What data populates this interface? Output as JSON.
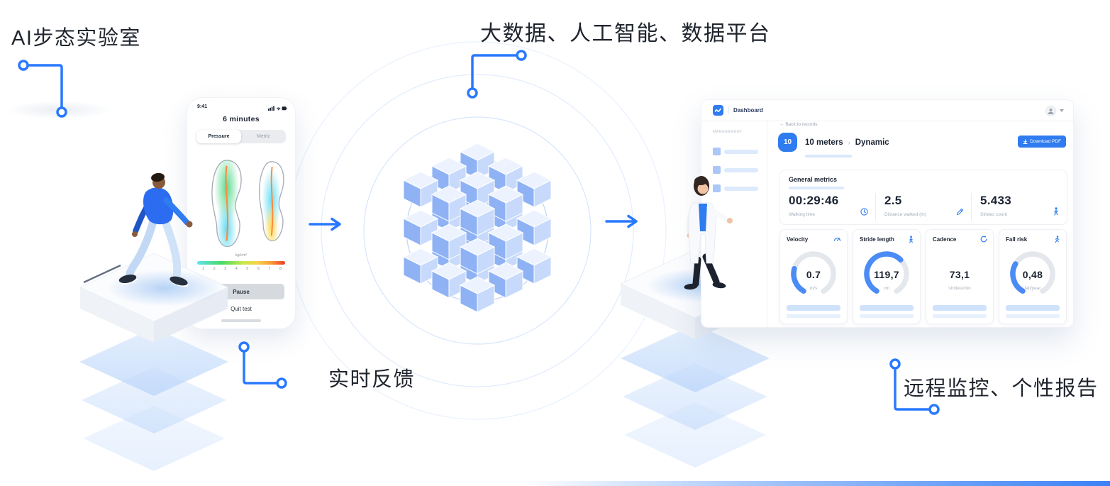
{
  "annotations": {
    "top_left_label": "AI步态实验室",
    "top_center_label": "大数据、人工智能、数据平台",
    "realtime_label": "实时反馈",
    "remote_label": "远程监控、个性报告"
  },
  "phone": {
    "status_time": "9:41",
    "session_title": "6 minutes",
    "tabs": [
      {
        "label": "Pressure",
        "active": true
      },
      {
        "label": "Metric",
        "active": false
      }
    ],
    "pressure_unit": "kg/cm²",
    "scale_ticks": [
      "1",
      "2",
      "3",
      "4",
      "5",
      "6",
      "7",
      "8"
    ],
    "pause_label": "Pause",
    "quit_label": "Quit test"
  },
  "dashboard": {
    "app_name": "Dashboard",
    "sidebar_section_label": "MANAGEMENT",
    "back_arrow": "←",
    "back_link": "Back to records",
    "record_number": "10",
    "record_title": "10 meters",
    "breadcrumb_separator": "›",
    "record_type": "Dynamic",
    "download_label": "Download PDF",
    "general": {
      "title": "General metrics",
      "items": [
        {
          "value": "00:29:46",
          "label": "Walking time",
          "icon": "clock-icon"
        },
        {
          "value": "2.5",
          "label": "Distance walked (m)",
          "icon": "distance-icon"
        },
        {
          "value": "5.433",
          "label": "Strides count",
          "icon": "strides-icon"
        }
      ]
    },
    "cards": [
      {
        "title": "Velocity",
        "value": "0.7",
        "unit": "m/s",
        "icon": "speedometer-icon",
        "gauge_percent": 25
      },
      {
        "title": "Stride length",
        "value": "119,7",
        "unit": "cm",
        "icon": "walking-person-icon",
        "gauge_percent": 65
      },
      {
        "title": "Cadence",
        "value": "73,1",
        "unit": "strides/min",
        "icon": "refresh-icon",
        "gauge_percent": null
      },
      {
        "title": "Fall risk",
        "value": "0,48",
        "unit": "fall/year",
        "icon": "running-person-icon",
        "gauge_percent": 30
      }
    ]
  },
  "colors": {
    "accent": "#2979ff",
    "gauge_fill": "#4b8bf5",
    "gauge_track": "#e4e7ec",
    "cube_top": "#edf3fe",
    "cube_left": "#8fb2f5",
    "cube_right": "#c7dafb",
    "heat_scale": [
      "#5fe3f2",
      "#49da62",
      "#c9e94e",
      "#f7d348",
      "#f89b3c",
      "#ee3a23"
    ]
  }
}
